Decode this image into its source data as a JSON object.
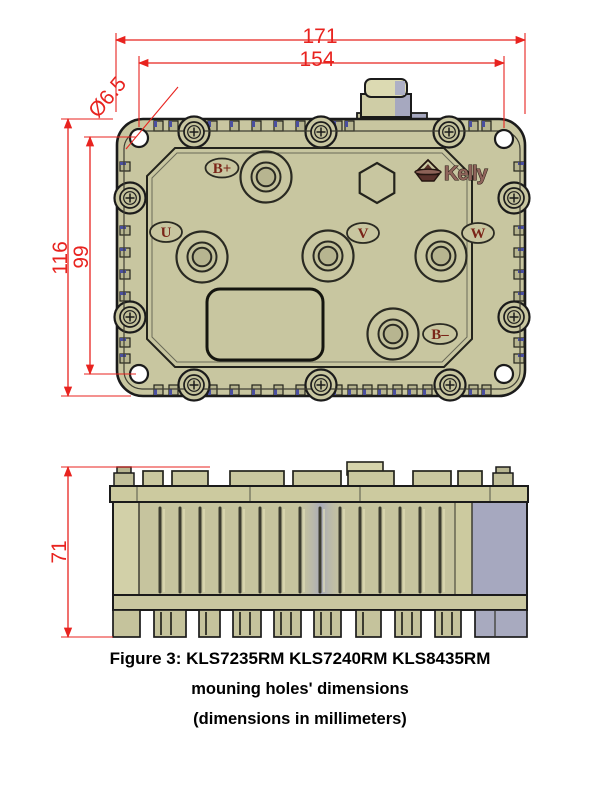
{
  "colors": {
    "dimension_red": "#e8231f",
    "body_khaki": "#c8c6a0",
    "accent_lavender": "#a6a8bf",
    "label_maroon": "#7a2418",
    "outline": "#1b1b1b"
  },
  "top_view": {
    "dim_width_overall": "171",
    "dim_width_holes": "154",
    "dim_hole_diameter": "Ø6.5",
    "dim_height_overall": "116",
    "dim_height_holes": "99",
    "labels": {
      "b_plus": "B+",
      "u": "U",
      "v": "V",
      "w": "W",
      "b_minus": "B–"
    },
    "brand": "Kelly"
  },
  "side_view": {
    "dim_height": "71"
  },
  "caption": {
    "line1": "Figure 3: KLS7235RM KLS7240RM KLS8435RM",
    "line2": "mouning holes' dimensions",
    "line3": "(dimensions in millimeters)"
  }
}
